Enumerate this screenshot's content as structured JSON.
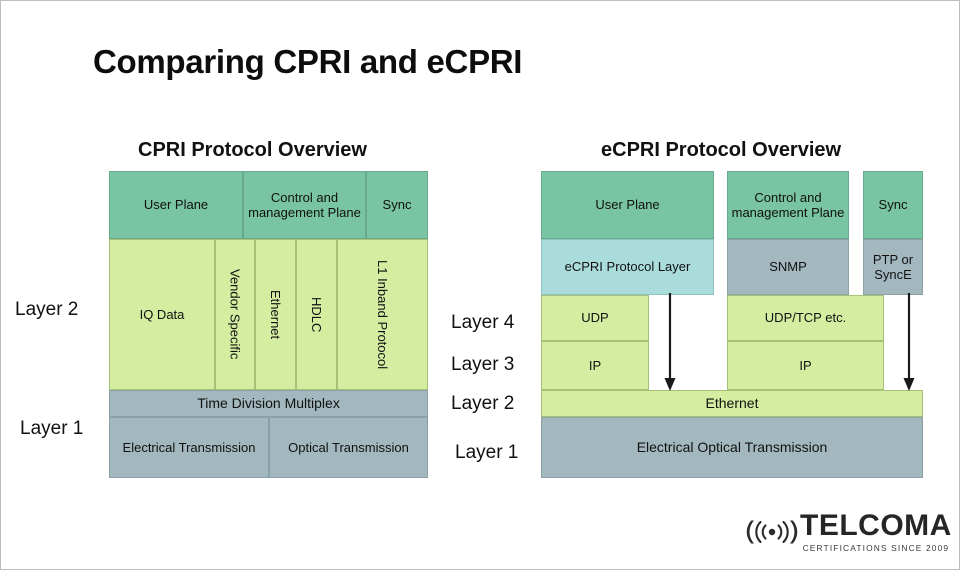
{
  "slide": {
    "title": "Comparing CPRI and eCPRI",
    "background": "#ffffff"
  },
  "colors": {
    "plane_header": "#79c4a2",
    "protocol_green": "#d4eda1",
    "transport_grey": "#a2b8be",
    "ecpri_layer_cyan": "#abdcdc",
    "border": "#8a9aa0",
    "text": "#111111"
  },
  "cpri": {
    "heading": "CPRI Protocol Overview",
    "planes": [
      {
        "label": "User Plane"
      },
      {
        "label": "Control and management Plane"
      },
      {
        "label": "Sync"
      }
    ],
    "layer2_columns": [
      {
        "label": "IQ Data",
        "orientation": "horizontal"
      },
      {
        "label": "Vendor Specific",
        "orientation": "vertical"
      },
      {
        "label": "Ethernet",
        "orientation": "vertical"
      },
      {
        "label": "HDLC",
        "orientation": "vertical"
      },
      {
        "label": "L1 Inband Protocol",
        "orientation": "vertical"
      }
    ],
    "layer1_rows": [
      {
        "label": "Time Division Multiplex"
      }
    ],
    "layer1_transmission": [
      {
        "label": "Electrical Transmission"
      },
      {
        "label": "Optical Transmission"
      }
    ],
    "layer_labels": [
      {
        "label": "Layer 2"
      },
      {
        "label": "Layer 1"
      }
    ]
  },
  "ecpri": {
    "heading": "eCPRI Protocol Overview",
    "planes": [
      {
        "label": "User Plane"
      },
      {
        "label": "Control and management Plane"
      },
      {
        "label": "Sync"
      }
    ],
    "protocol_row": [
      {
        "label": "eCPRI Protocol Layer"
      },
      {
        "label": "SNMP"
      },
      {
        "label": "PTP or SyncE"
      }
    ],
    "layer4": [
      {
        "label": "UDP"
      },
      {
        "label": "UDP/TCP etc."
      }
    ],
    "layer3": [
      {
        "label": "IP"
      },
      {
        "label": "IP"
      }
    ],
    "layer2": {
      "label": "Ethernet"
    },
    "layer1": {
      "label": "Electrical Optical Transmission"
    },
    "layer_labels": [
      {
        "label": "Layer 4"
      },
      {
        "label": "Layer 3"
      },
      {
        "label": "Layer 2"
      },
      {
        "label": "Layer 1"
      }
    ]
  },
  "logo": {
    "word": "TELCOMA",
    "tagline": "CERTIFICATIONS SINCE 2009",
    "icon": "wireless-signal-icon"
  }
}
